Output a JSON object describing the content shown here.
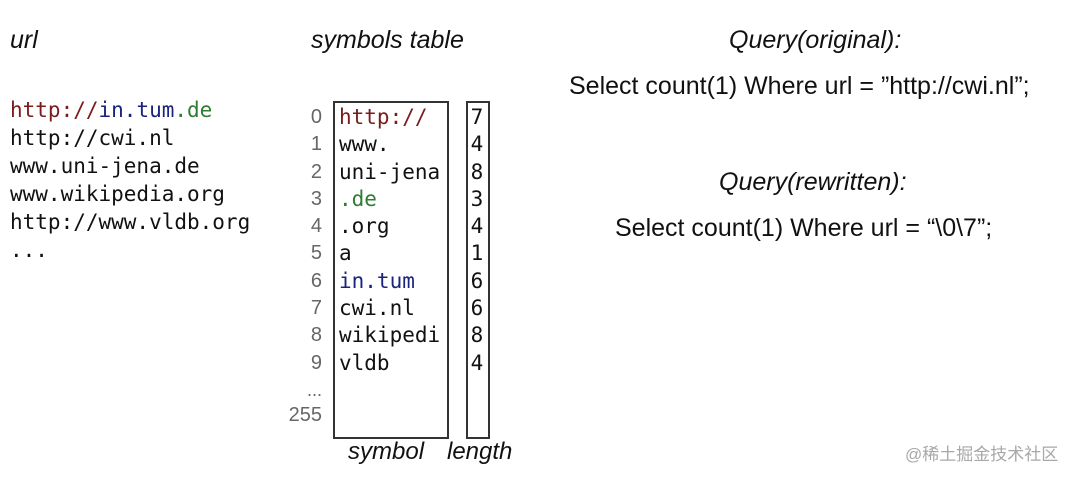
{
  "headings": {
    "url": "url",
    "symbols_table": "symbols table",
    "symbol": "symbol",
    "length": "length",
    "query_original": "Query(original):",
    "query_rewritten": "Query(rewritten):"
  },
  "urls": [
    {
      "prefix": "http://",
      "middle": "in.tum",
      "suffix": ".de"
    },
    {
      "text": "http://cwi.nl"
    },
    {
      "text": "www.uni-jena.de"
    },
    {
      "text": "www.wikipedia.org"
    },
    {
      "text": "http://www.vldb.org"
    },
    {
      "text": "..."
    }
  ],
  "symbols_table": {
    "rows": [
      {
        "index": "0",
        "symbol": "http://",
        "length": "7",
        "highlight": "red"
      },
      {
        "index": "1",
        "symbol": "www.",
        "length": "4",
        "highlight": ""
      },
      {
        "index": "2",
        "symbol": "uni-jena",
        "length": "8",
        "highlight": ""
      },
      {
        "index": "3",
        "symbol": ".de",
        "length": "3",
        "highlight": "green"
      },
      {
        "index": "4",
        "symbol": ".org",
        "length": "4",
        "highlight": ""
      },
      {
        "index": "5",
        "symbol": "a",
        "length": "1",
        "highlight": ""
      },
      {
        "index": "6",
        "symbol": "in.tum",
        "length": "6",
        "highlight": "blue"
      },
      {
        "index": "7",
        "symbol": "cwi.nl",
        "length": "6",
        "highlight": ""
      },
      {
        "index": "8",
        "symbol": "wikipedi",
        "length": "8",
        "highlight": ""
      },
      {
        "index": "9",
        "symbol": "vldb",
        "length": "4",
        "highlight": ""
      }
    ],
    "ellipsis": "...",
    "last_index": "255"
  },
  "queries": {
    "original": "Select count(1) Where url = ”http://cwi.nl”;",
    "rewritten": "Select count(1) Where url = “\\0\\7”;"
  },
  "watermark": "@稀土掘金技术社区",
  "colors": {
    "red": "#7a1c1c",
    "green": "#2e7d32",
    "blue": "#1a237e"
  }
}
